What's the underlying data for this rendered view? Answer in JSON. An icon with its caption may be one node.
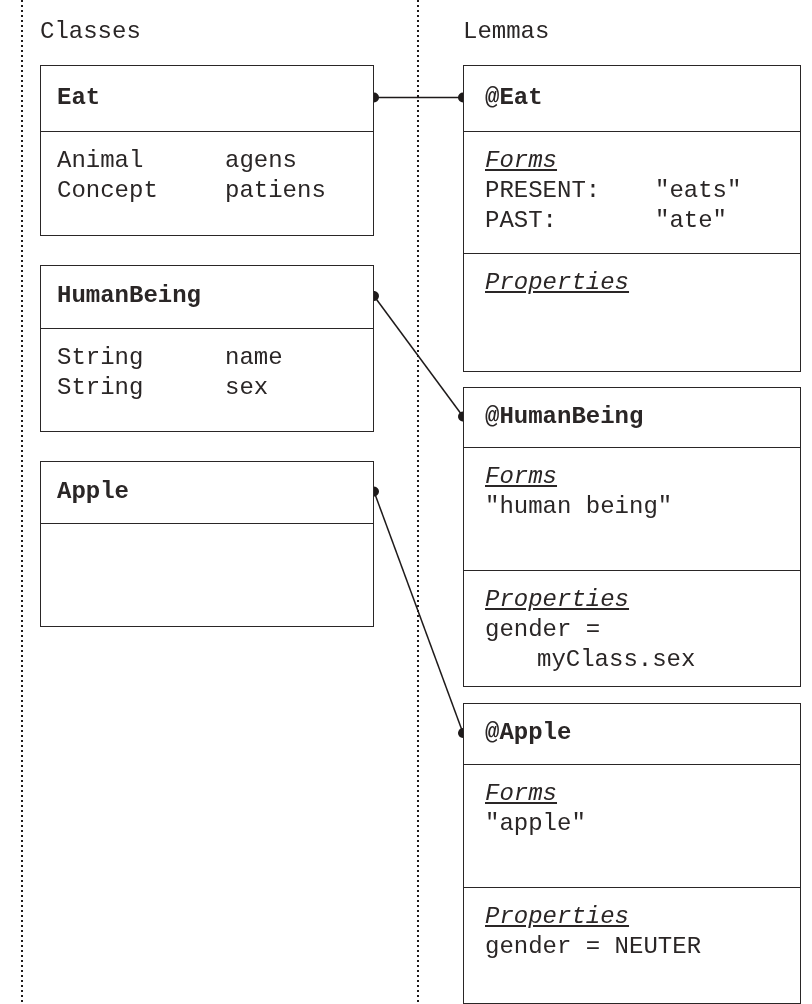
{
  "diagram": {
    "nodes": [
      {
        "text": [
          "Eat",
          "Animal",
          "agens",
          "Concept",
          "patiens"
        ]
      },
      {
        "text": [
          "HumanBeing",
          "String",
          "name",
          "String",
          "sex"
        ]
      },
      {
        "text": [
          "Apple"
        ]
      },
      {
        "text": [
          "@Eat",
          "Forms",
          "PRESENT:",
          "\"eats\"",
          "PAST:",
          "\"ate\"",
          "Properties"
        ]
      },
      {
        "text": [
          "@HumanBeing",
          "Forms",
          "\"human being\"",
          "Properties",
          "gender =",
          "myClass.sex"
        ]
      },
      {
        "text": [
          "@Apple",
          "Forms",
          "\"apple\"",
          "Properties",
          "gender = NEUTER"
        ]
      }
    ],
    "edges": [
      {
        "from": 0,
        "to": 3,
        "arrow": "other"
      },
      {
        "from": 1,
        "to": 4,
        "arrow": "other"
      },
      {
        "from": 2,
        "to": 5,
        "arrow": "other"
      }
    ],
    "labels": [
      "Classes",
      "Lemmas"
    ]
  }
}
